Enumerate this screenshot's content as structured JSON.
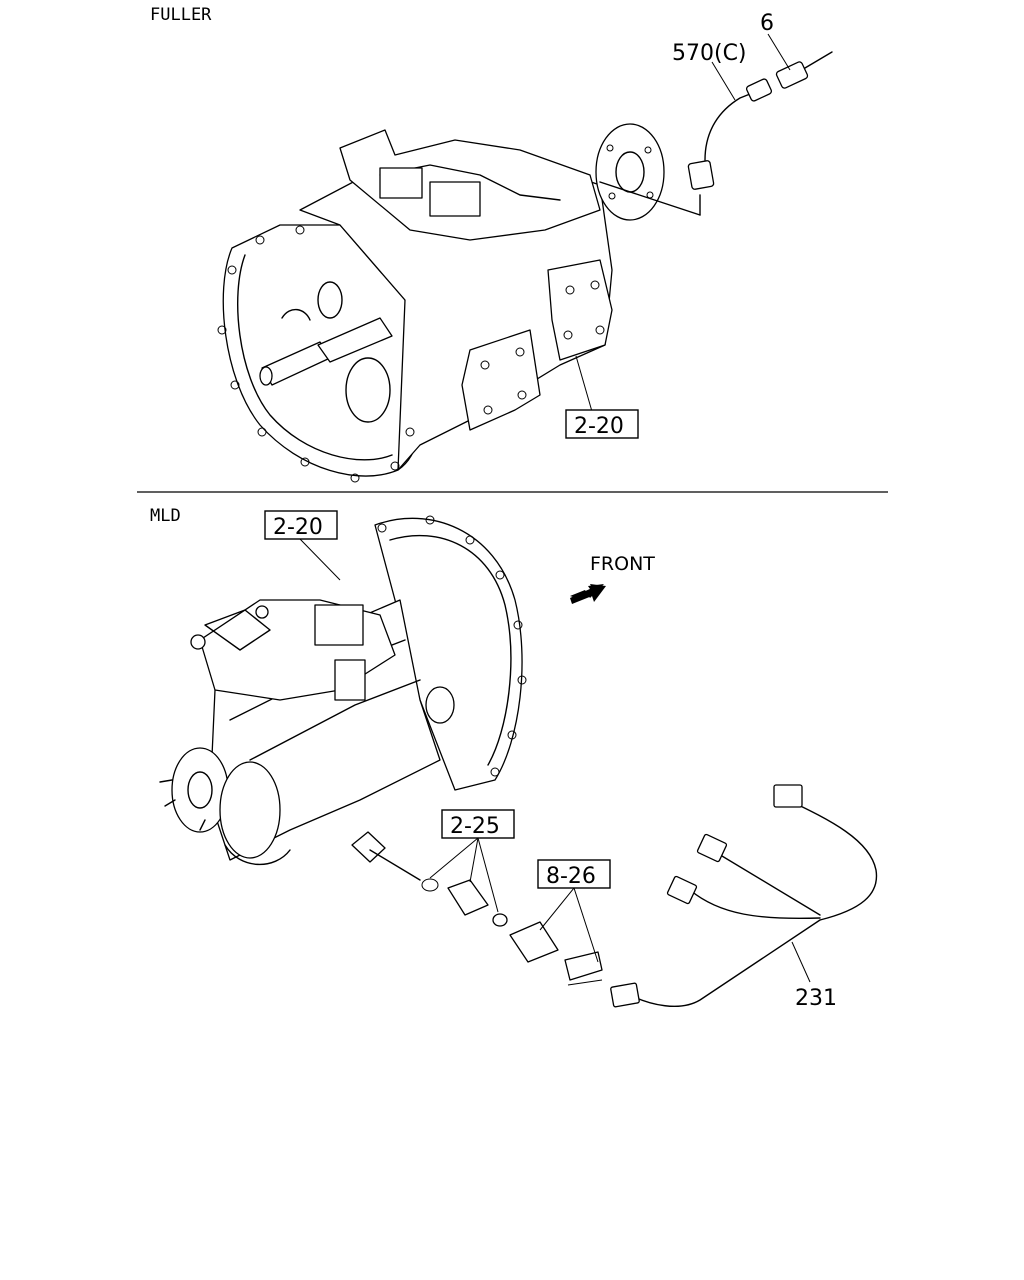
{
  "sections": {
    "top_title": "FULLER",
    "bottom_title": "MLD"
  },
  "direction": {
    "label": "FRONT"
  },
  "callouts": {
    "part_6": "6",
    "part_570c": "570(C)",
    "ref_2_20_top": "2-20",
    "ref_2_20_bottom": "2-20",
    "ref_2_25": "2-25",
    "ref_8_26": "8-26",
    "part_231": "231"
  }
}
